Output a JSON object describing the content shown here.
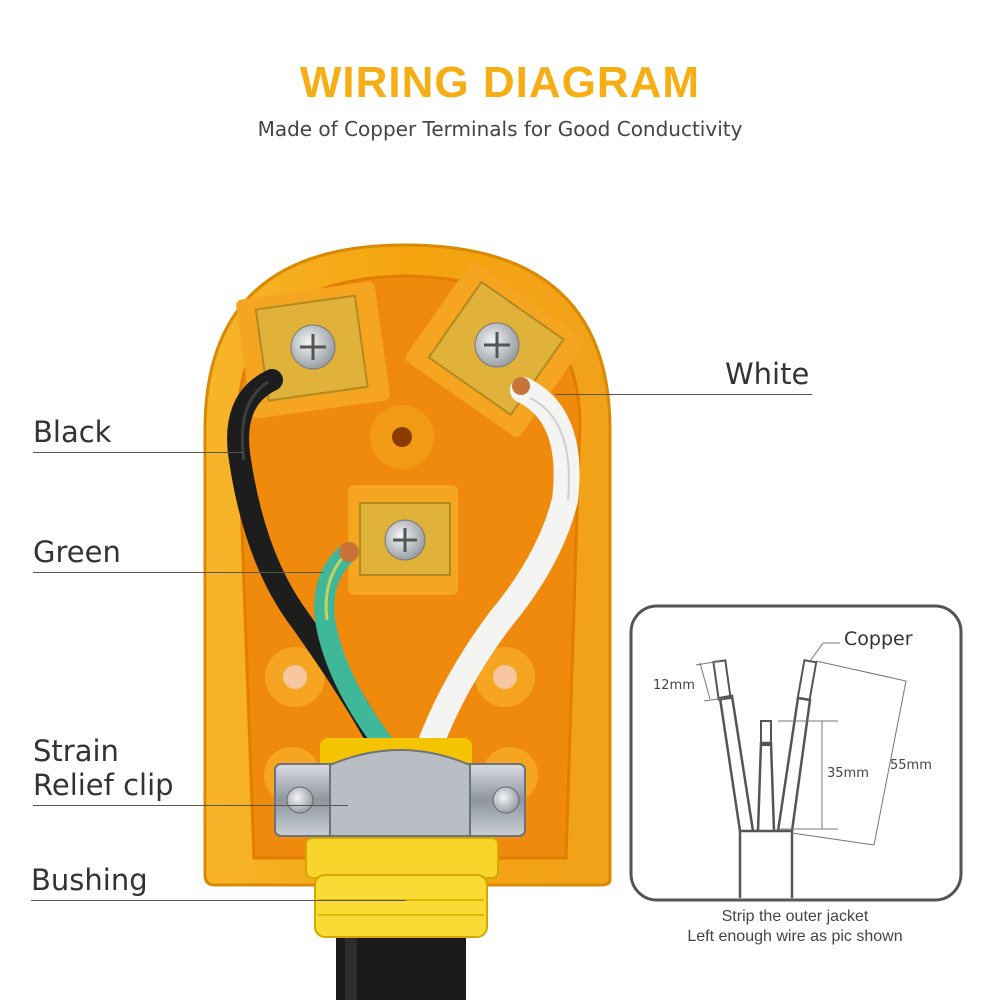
{
  "header": {
    "title": "WIRING DIAGRAM",
    "subtitle": "Made of Copper Terminals for Good Conductivity"
  },
  "labels": {
    "black": "Black",
    "green": "Green",
    "white": "White",
    "strain_line1": "Strain",
    "strain_line2": "Relief clip",
    "bushing": "Bushing"
  },
  "inset": {
    "copper": "Copper",
    "dim_12": "12mm",
    "dim_35": "35mm",
    "dim_55": "55mm",
    "caption_line1": "Strip the outer jacket",
    "caption_line2": "Left enough wire as pic shown"
  },
  "colors": {
    "accent": "#f7ae15",
    "plug_body": "#f5a40f",
    "plug_inner": "#f08a0c",
    "terminal": "#e0b23a",
    "black_wire": "#1d1d1d",
    "white_wire": "#f4f4f2",
    "green_wire": "#3fb89a"
  }
}
